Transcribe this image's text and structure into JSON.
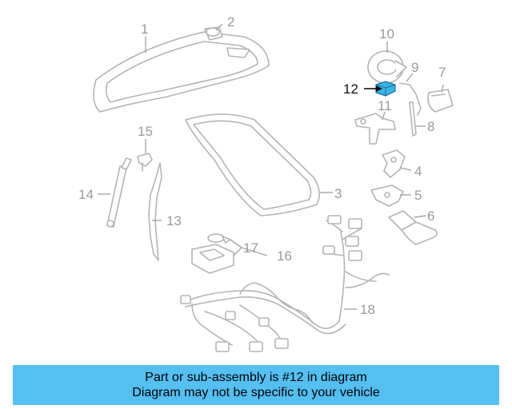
{
  "callouts": {
    "c1": "1",
    "c2": "2",
    "c3": "3",
    "c4": "4",
    "c5": "5",
    "c6": "6",
    "c7": "7",
    "c8": "8",
    "c9": "9",
    "c10": "10",
    "c11": "11",
    "c12": "12",
    "c13": "13",
    "c14": "14",
    "c15": "15",
    "c16": "16",
    "c17": "17",
    "c18": "18"
  },
  "highlight_part": "12",
  "colors": {
    "highlight": "#3ab4e6",
    "banner_background": "#55bff2",
    "line_art": "#b4b4b4"
  },
  "banner": {
    "line1": "Part or sub-assembly is #12 in diagram",
    "line2": "Diagram may not be specific to your vehicle"
  }
}
